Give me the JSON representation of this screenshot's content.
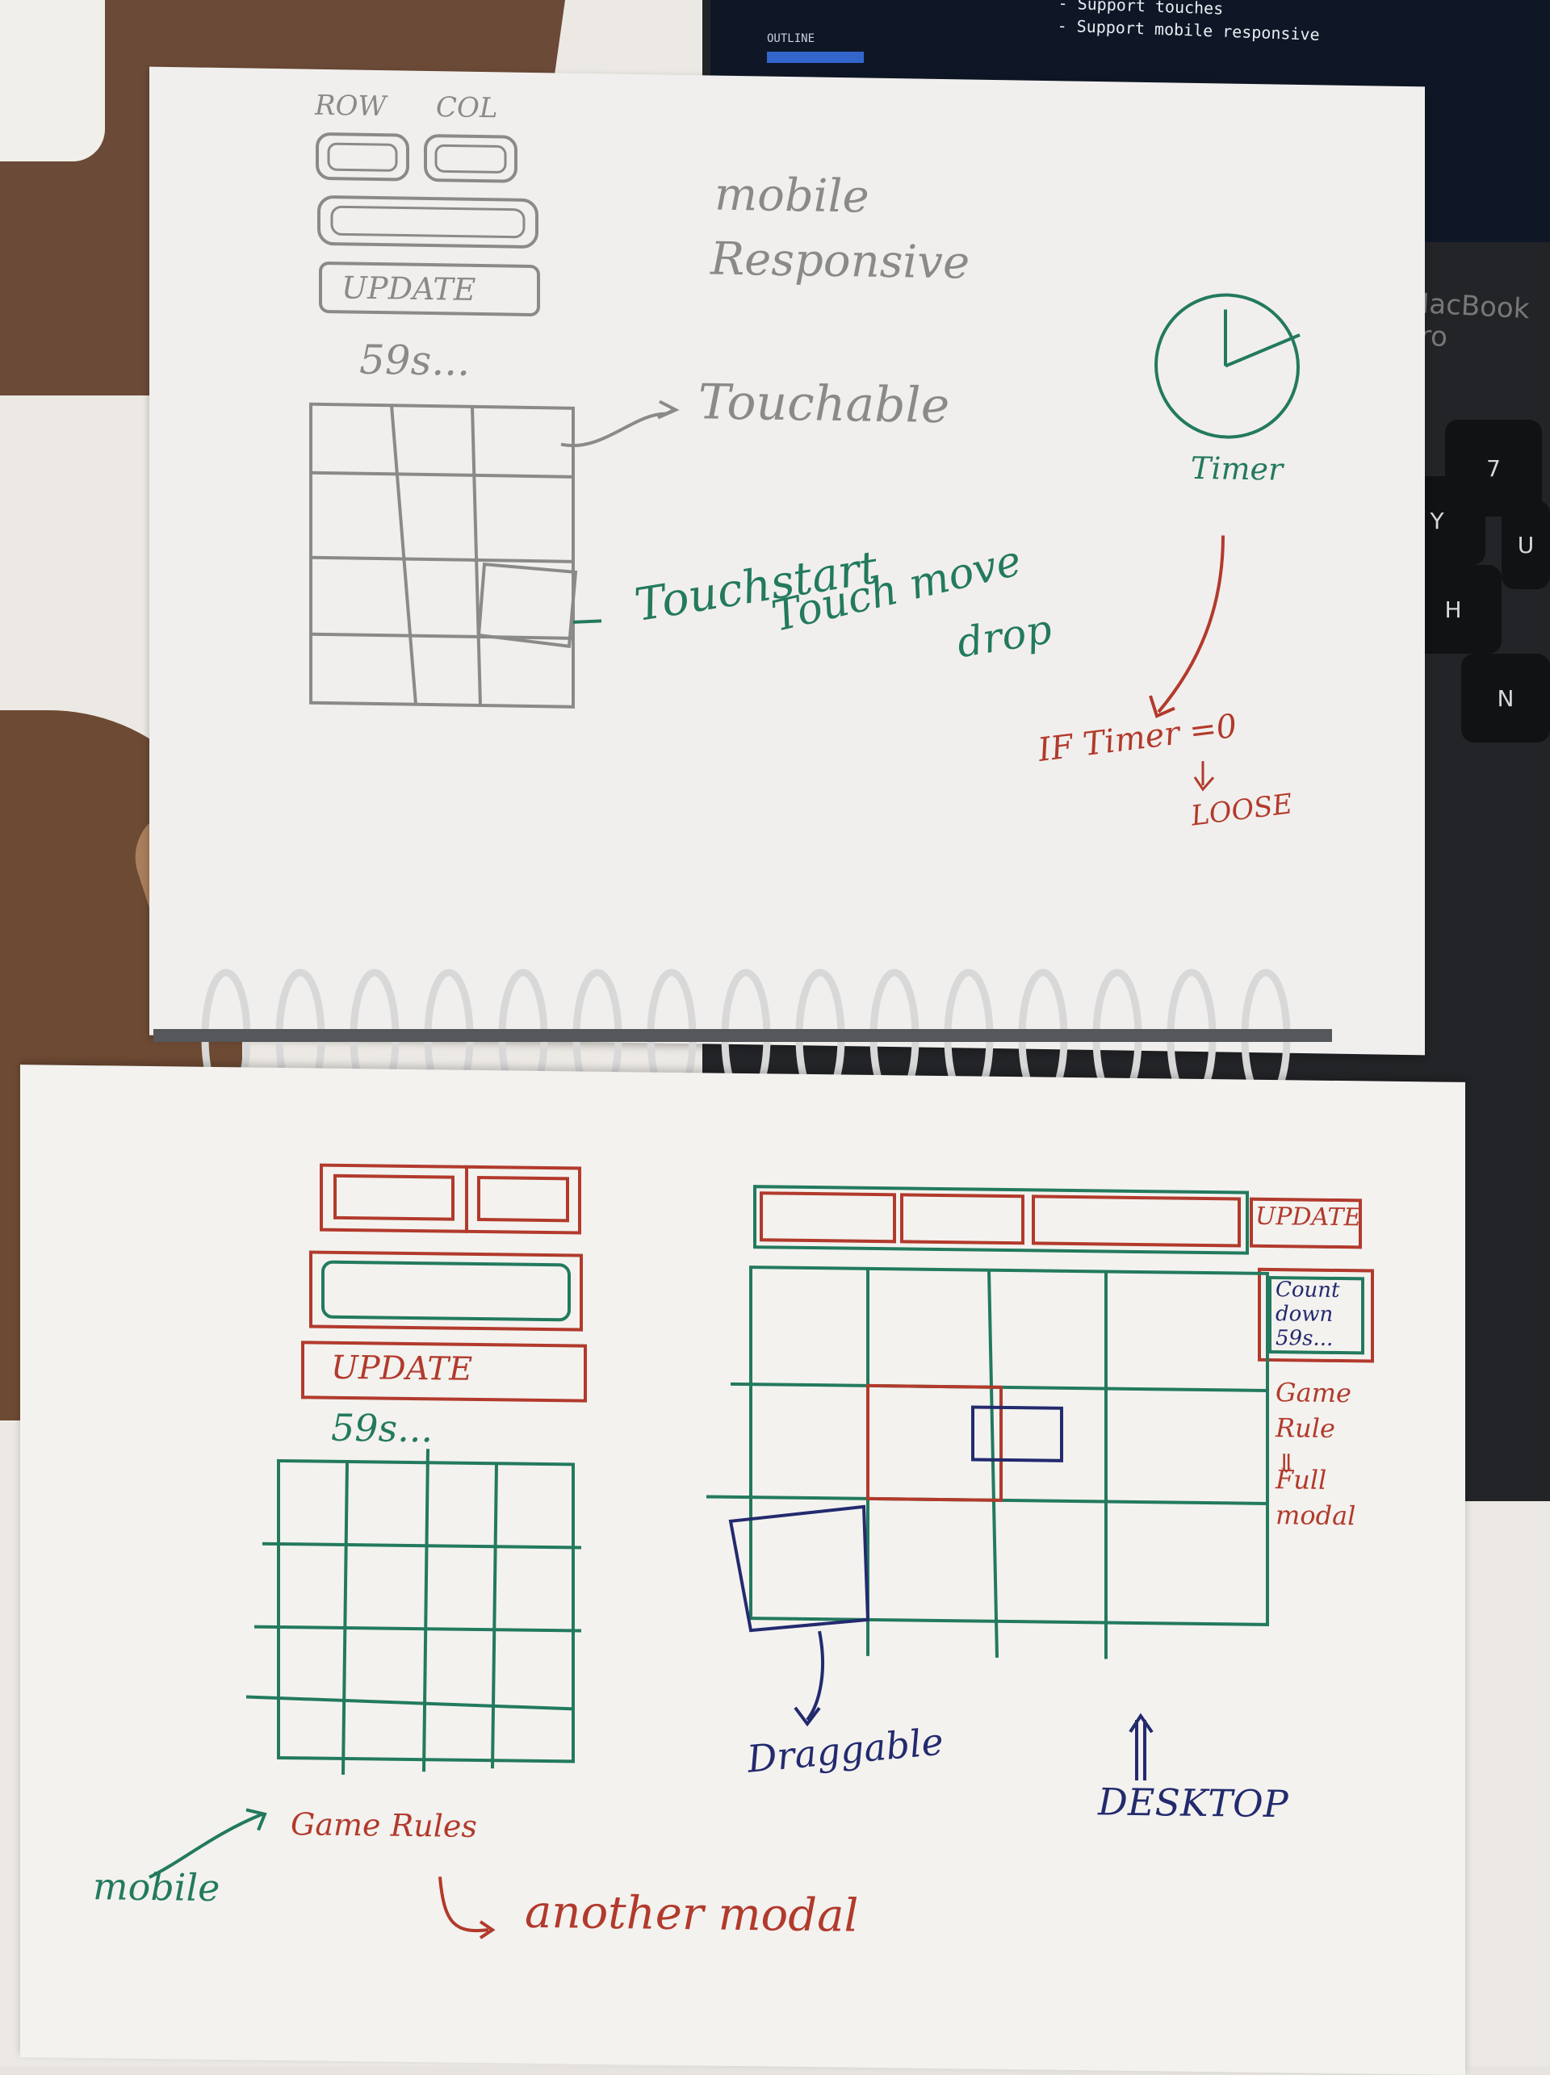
{
  "laptop": {
    "editor_lines": [
      "- Support touches",
      "- Support mobile responsive"
    ],
    "outline_label": "OUTLINE",
    "brand_text": "MacBook Pro",
    "keys": [
      "7",
      "Y",
      "U",
      "H",
      "N"
    ]
  },
  "top_page": {
    "row_label": "ROW",
    "col_label": "COL",
    "update_label": "UPDATE",
    "countdown": "59s...",
    "touchable": "Touchable",
    "mobile": "mobile",
    "responsive": "Responsive",
    "timer": "Timer",
    "touchstart": "Touchstart",
    "touchmove": "Touch move",
    "drop": "drop",
    "if_timer": "IF Timer =0",
    "loose": "LOOSE"
  },
  "bottom_page": {
    "mobile_update": "UPDATE",
    "mobile_countdown": "59s...",
    "mobile_label": "mobile",
    "game_rules": "Game Rules",
    "another_modal": "another modal",
    "desktop_update": "UPDATE",
    "countdown_box": [
      "Count",
      "down",
      "59s..."
    ],
    "game_rule_notes": [
      "Game",
      "Rule",
      "Full",
      "modal"
    ],
    "draggable": "Draggable",
    "desktop": "DESKTOP"
  },
  "colors": {
    "pencil": "#8a8a88",
    "green_ink": "#237a5e",
    "red_ink": "#b23a2c",
    "navy_ink": "#232a6e"
  }
}
